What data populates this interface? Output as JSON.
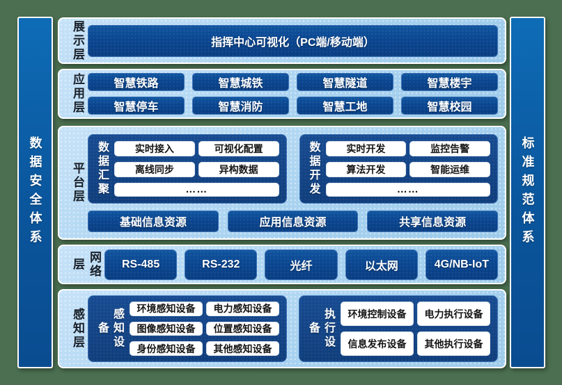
{
  "pillars": {
    "left": "数据安全体系",
    "right": "标准规范体系"
  },
  "layers": {
    "display": {
      "label": "展示层",
      "main_box": "指挥中心可视化（PC端/移动端）"
    },
    "application": {
      "label": "应用层",
      "items": [
        "智慧铁路",
        "智慧城铁",
        "智慧隧道",
        "智慧楼宇",
        "智慧停车",
        "智慧消防",
        "智慧工地",
        "智慧校园"
      ]
    },
    "platform": {
      "label": "平台层",
      "groups": [
        {
          "title": "数据汇聚",
          "items": [
            "实时接入",
            "可视化配置",
            "离线同步",
            "异构数据"
          ],
          "more": "……"
        },
        {
          "title": "数据开发",
          "items": [
            "实时开发",
            "监控告警",
            "算法开发",
            "智能运维"
          ],
          "more": "……"
        }
      ],
      "resources": [
        "基础信息资源",
        "应用信息资源",
        "共享信息资源"
      ]
    },
    "network": {
      "label": "网络层",
      "items": [
        "RS-485",
        "RS-232",
        "光纤",
        "以太网",
        "4G/NB-IoT"
      ]
    },
    "perception": {
      "label": "感知层",
      "groups": [
        {
          "title": "感知设备",
          "items": [
            "环境感知设备",
            "电力感知设备",
            "图像感知设备",
            "位置感知设备",
            "身份感知设备",
            "其他感知设备"
          ]
        },
        {
          "title": "执行设备",
          "items": [
            "环境控制设备",
            "电力执行设备",
            "信息发布设备",
            "其他执行设备"
          ]
        }
      ]
    }
  },
  "colors": {
    "background_green": "#4b6f50",
    "panel_light_blue": "#a8d2f0",
    "box_dark_blue": "#0b4690",
    "group_navy": "#103e7c",
    "pillar_blue": "#0a559c",
    "white_box": "#ffffff"
  }
}
